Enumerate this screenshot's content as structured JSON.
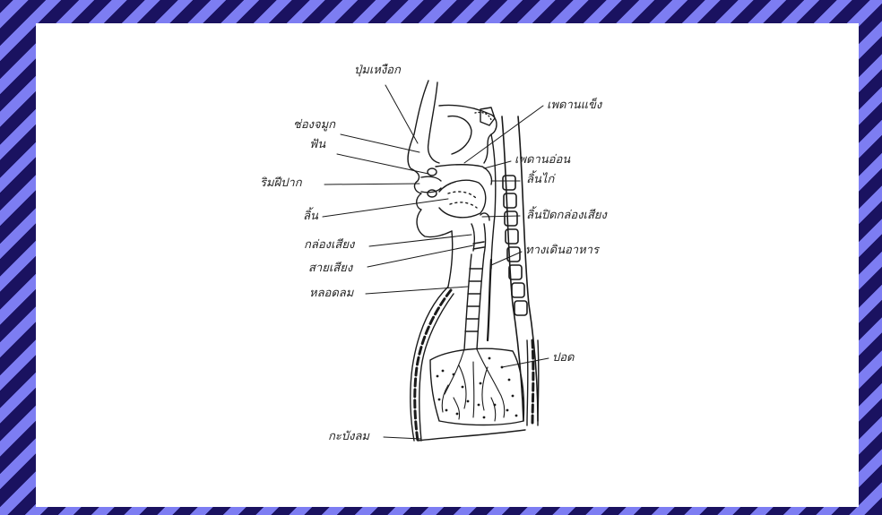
{
  "diagram": {
    "labels": {
      "adenoid": "ปุ่มเหงือก",
      "nasal_cavity": "ช่องจมูก",
      "teeth": "ฟัน",
      "lips": "ริมฝีปาก",
      "tongue": "ลิ้น",
      "larynx": "กล่องเสียง",
      "vocal_cords": "สายเสียง",
      "trachea": "หลอดลม",
      "diaphragm": "กะบังลม",
      "hard_palate": "เพดานแข็ง",
      "soft_palate": "เพดานอ่อน",
      "uvula": "ลิ้นไก่",
      "epiglottis": "ลิ้นปิดกล่องเสียง",
      "esophagus": "ทางเดินอาหาร",
      "lung": "ปอด"
    }
  }
}
